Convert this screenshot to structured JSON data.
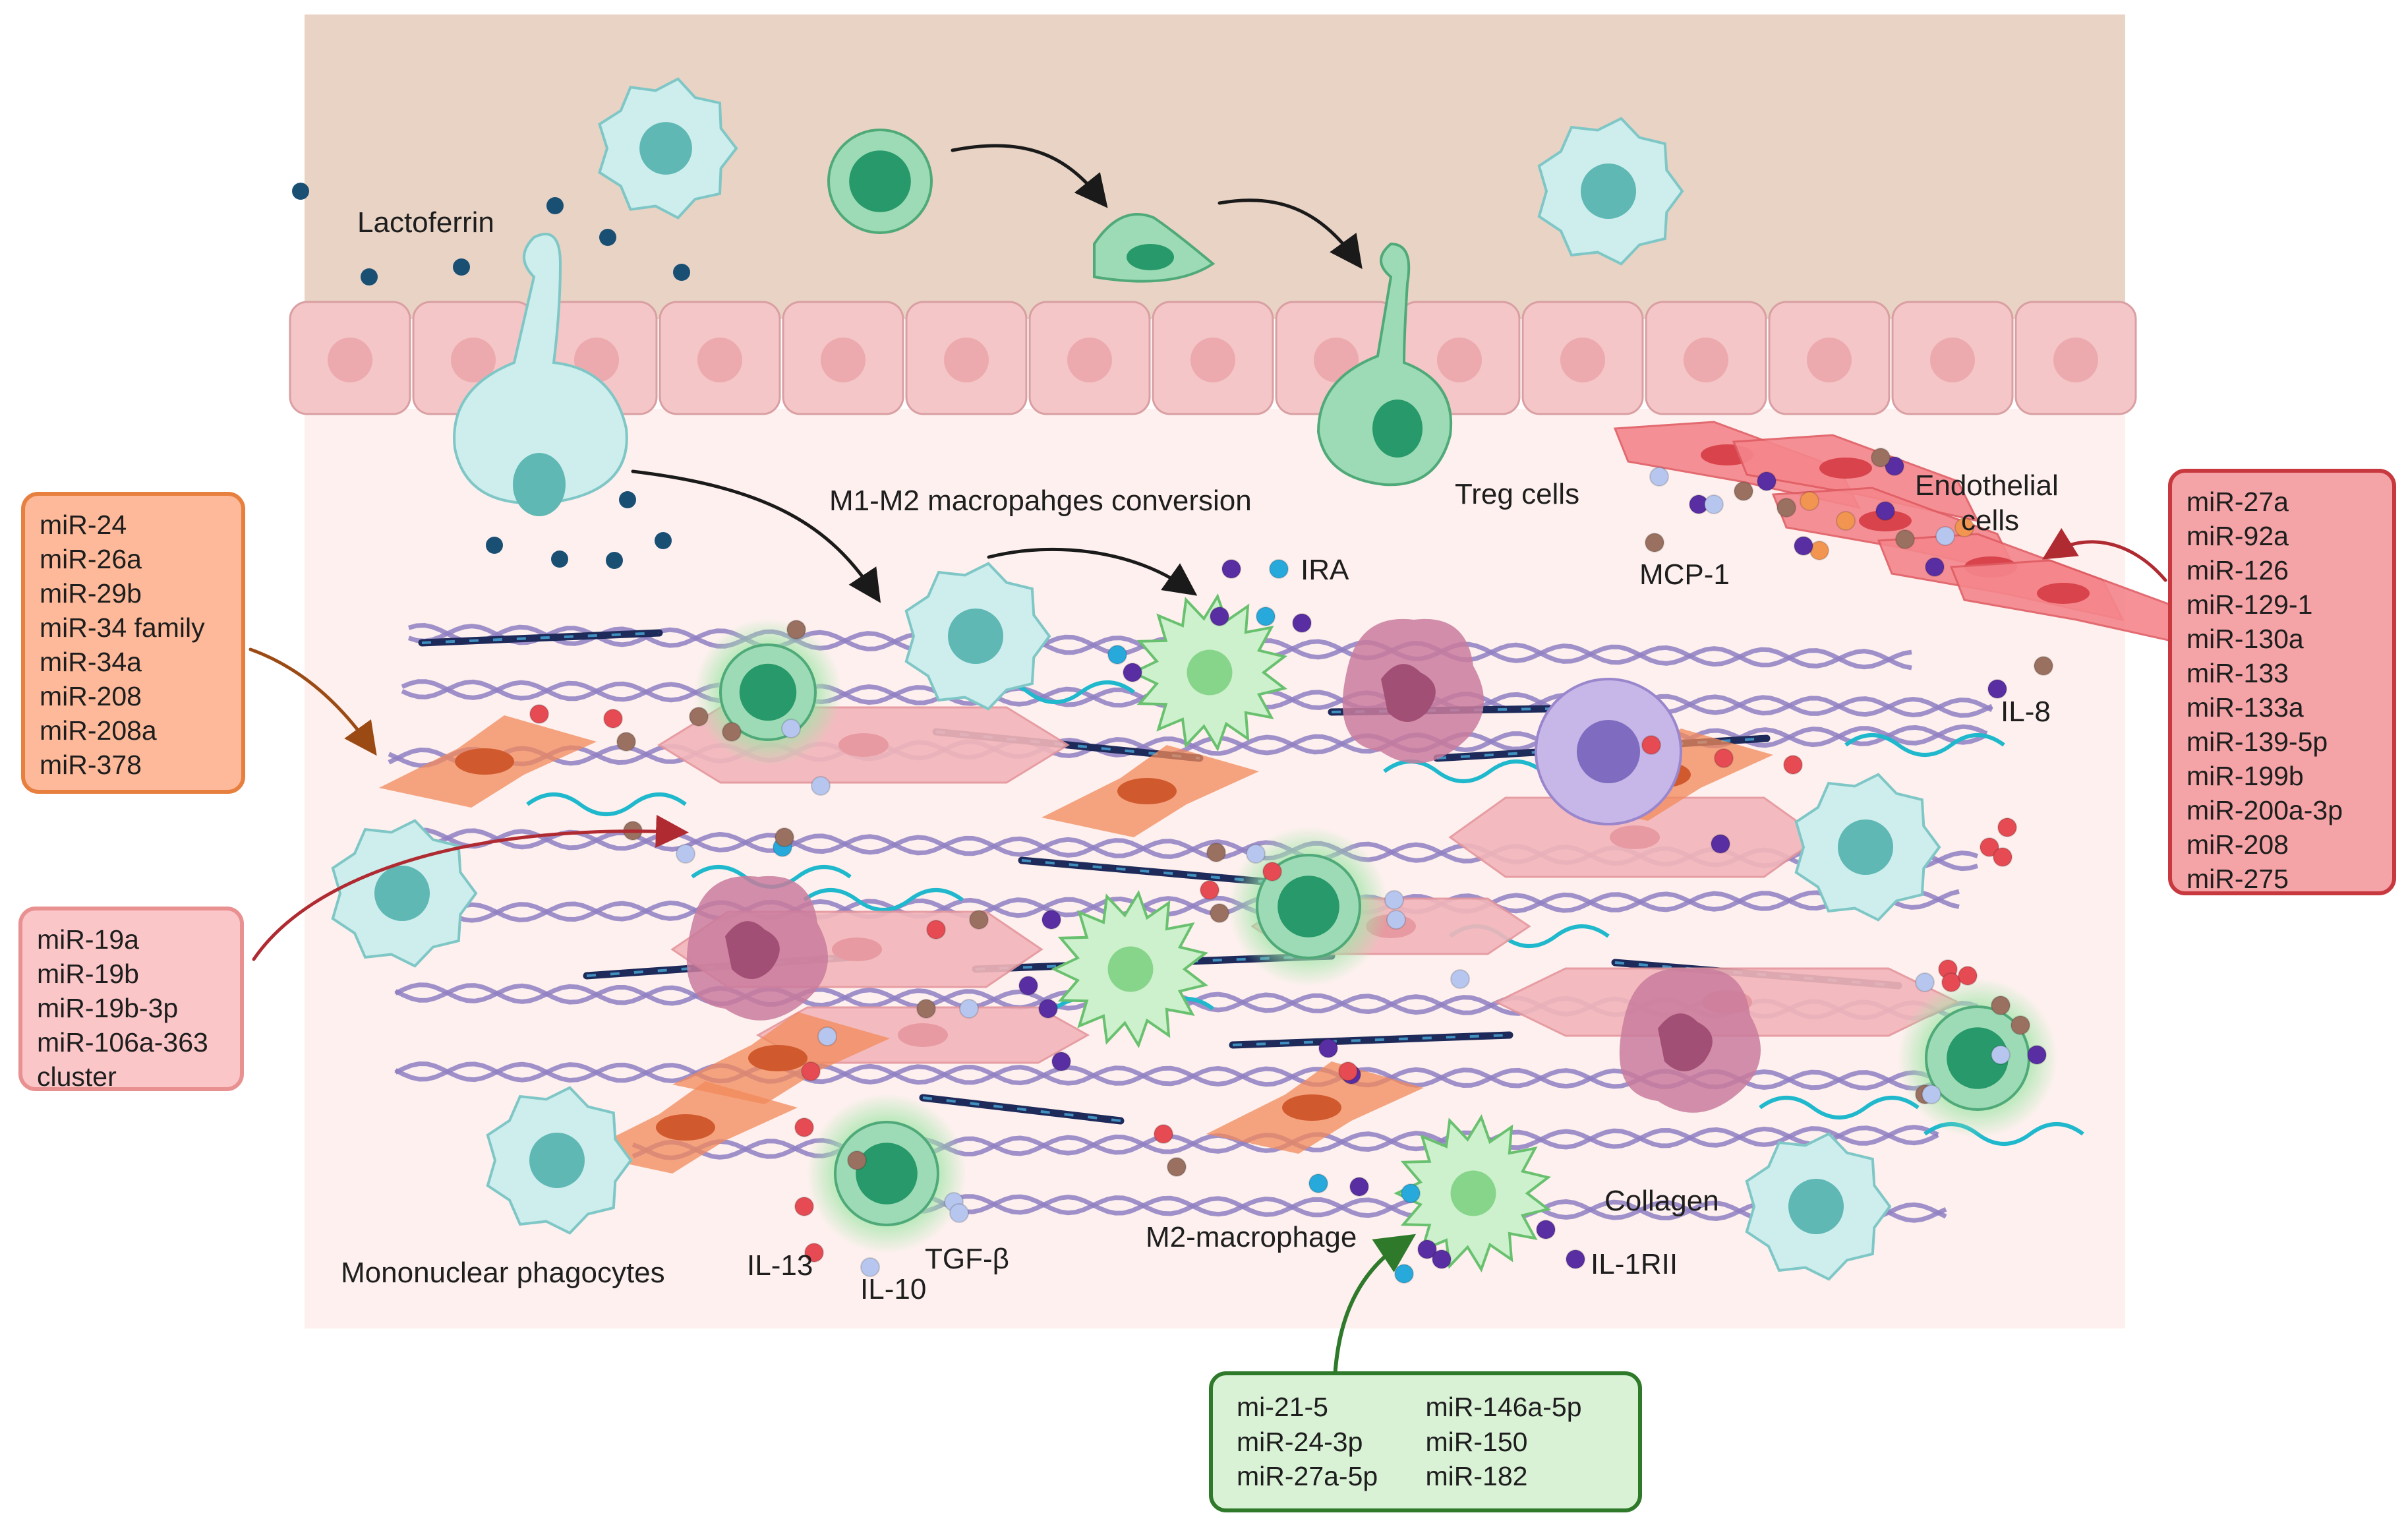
{
  "labels": {
    "lactoferrin": "Lactoferrin",
    "m1m2": "M1-M2 macropahges conversion",
    "treg": "Treg cells",
    "endothelial_1": "Endothelial",
    "endothelial_2": "cells",
    "mcp1": "MCP-1",
    "ira": "IRA",
    "il8": "IL-8",
    "collagen": "Collagen",
    "mononuclear": "Mononuclear phagocytes",
    "il13": "IL-13",
    "il10": "IL-10",
    "tgfb": "TGF-β",
    "m2": "M2-macrophage",
    "il1rii": "IL-1RII"
  },
  "boxes": {
    "orange": [
      "miR-24",
      "miR-26a",
      "miR-29b",
      "miR-34 family",
      "miR-34a",
      "miR-208",
      "miR-208a",
      "miR-378"
    ],
    "pink": [
      "miR-19a",
      "miR-19b",
      "miR-19b-3p",
      "miR-106a-363",
      "cluster"
    ],
    "red": [
      "miR-27a",
      "miR-92a",
      "miR-126",
      "miR-129-1",
      "miR-130a",
      "miR-133",
      "miR-133a",
      "miR-139-5p",
      "miR-199b",
      "miR-200a-3p",
      "miR-208",
      "miR-275"
    ],
    "green": [
      "mi-21-5",
      "miR-146a-5p",
      "miR-24-3p",
      "miR-150",
      "miR-27a-5p",
      "miR-182"
    ]
  },
  "colors": {
    "vessel_lumen": "#e8d3c5",
    "tissue": "#fdf0ee",
    "endothelium": "#f4c6c7",
    "macrophage": "#cdeeed",
    "treg": "#9ddbb6",
    "collagen": "#8f7fc2",
    "fibroblast": "#f2895a",
    "cardiomyocyte": "#f3b6ba",
    "neutrophil": "#c97b9c",
    "lactoferrin_dot": "#1a4f74",
    "arrow_orange": "#9b4a14",
    "arrow_red": "#b02a31",
    "arrow_green": "#2f7a2a",
    "arrow_black": "#1a1a1a"
  }
}
